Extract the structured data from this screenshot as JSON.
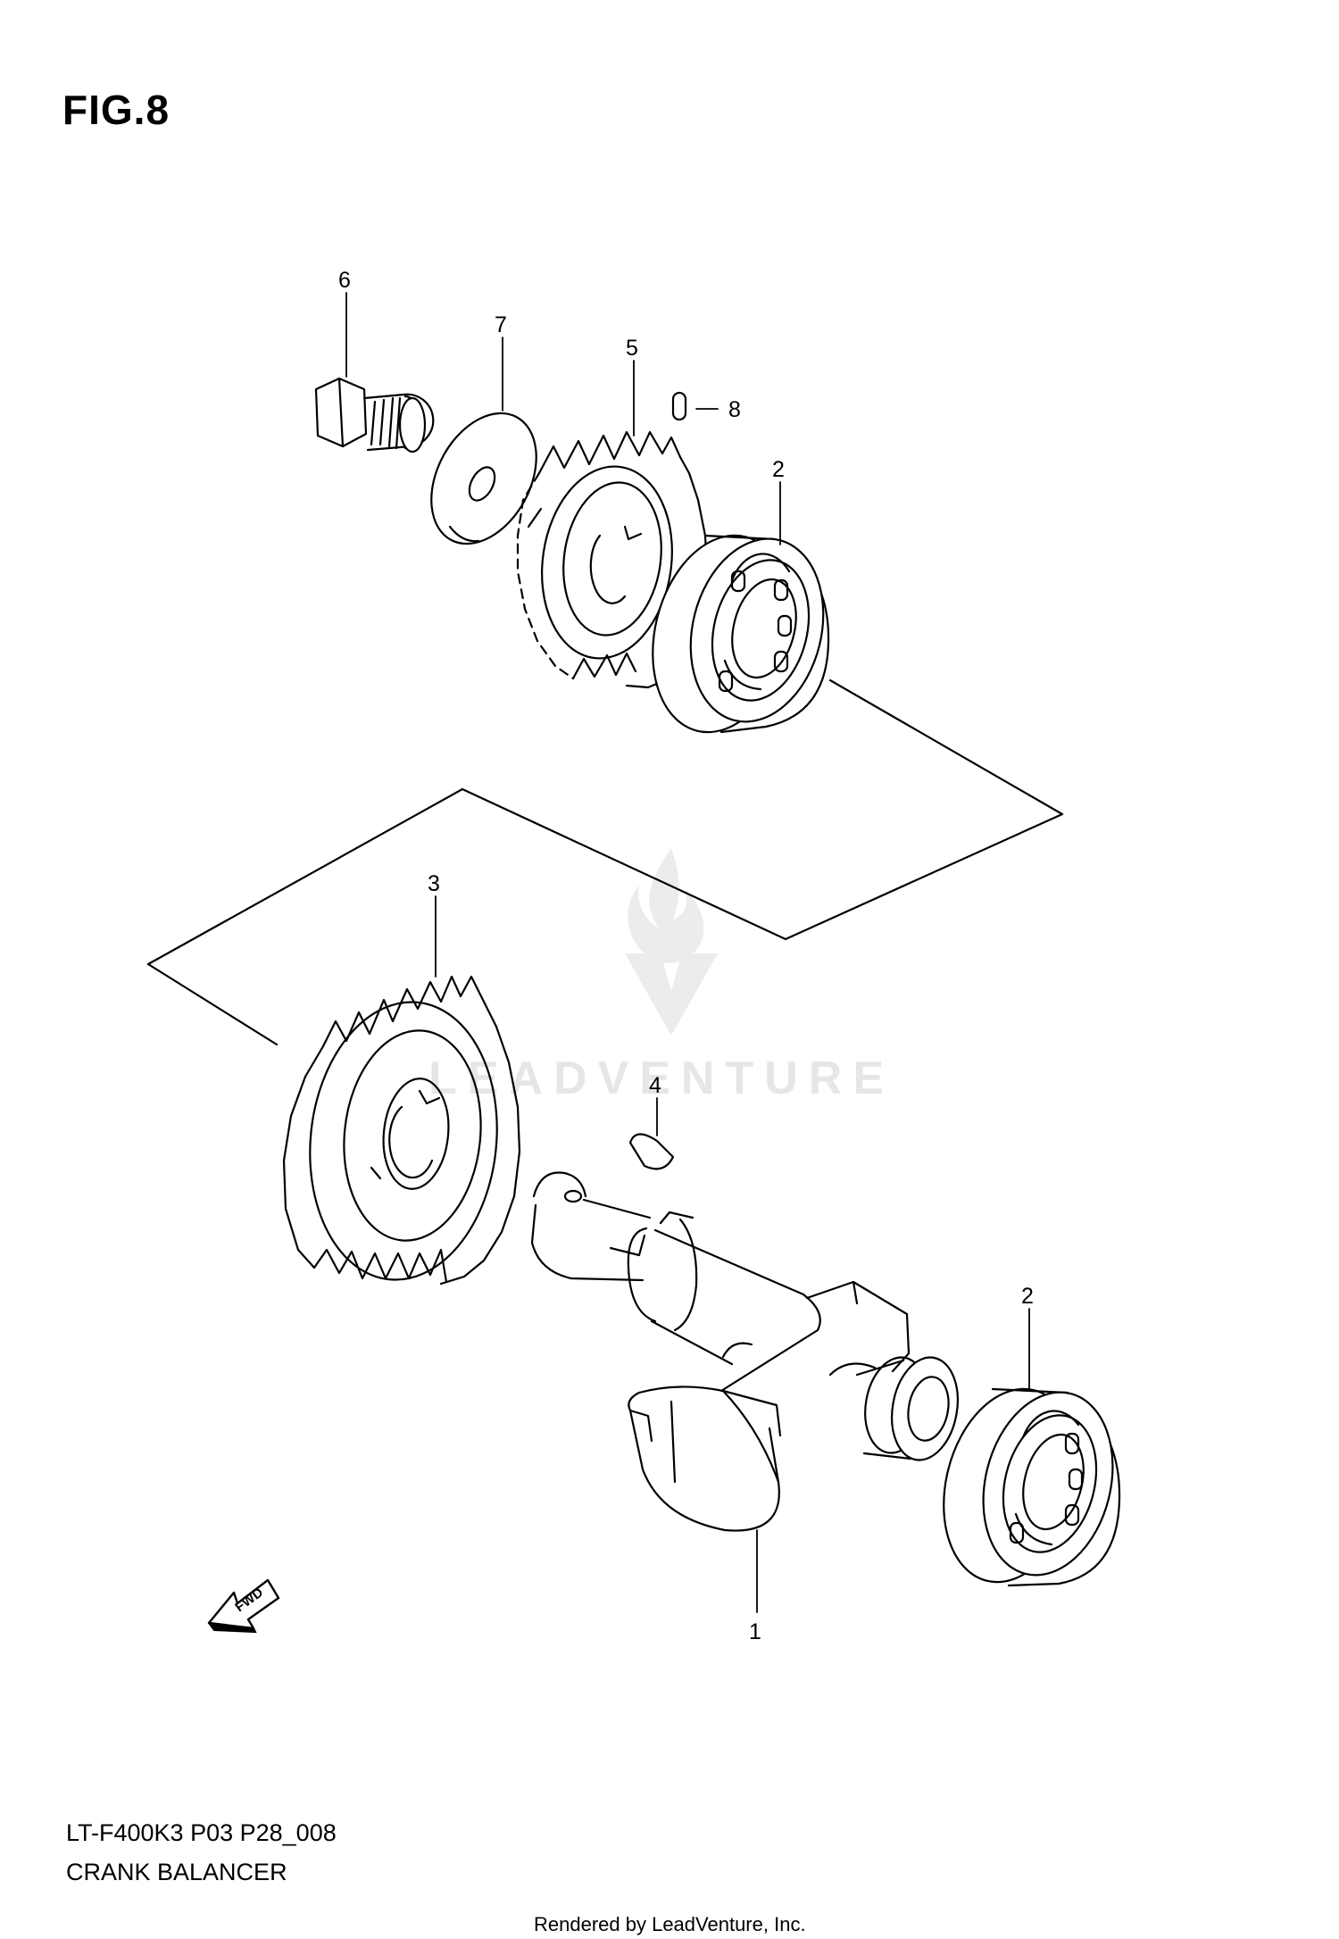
{
  "figure": {
    "title": "FIG.8",
    "model_code": "LT-F400K3 P03 P28_008",
    "name": "CRANK BALANCER"
  },
  "callouts": {
    "crank_balancer": "1",
    "bearing_upper": "2",
    "bearing_lower": "2",
    "driven_gear": "3",
    "key": "4",
    "drive_gear": "5",
    "bolt": "6",
    "washer": "7",
    "pin": "8"
  },
  "direction_marker": "FWD",
  "watermark": {
    "word": "LEADVENTURE",
    "color": "#e6e6e6"
  },
  "credit": "Rendered by LeadVenture, Inc."
}
